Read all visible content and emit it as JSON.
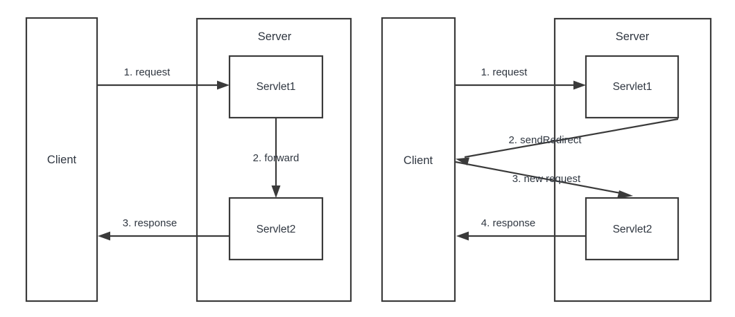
{
  "figure": {
    "title": "Servlet forward vs sendRedirect comparison diagram",
    "stroke_color": "#3a3a3a",
    "text_color": "#2f3640",
    "background_color": "#ffffff"
  },
  "panels": [
    {
      "id": "forward",
      "client": {
        "label": "Client"
      },
      "server": {
        "label": "Server"
      },
      "nodes": [
        {
          "id": "servlet1",
          "label": "Servlet1"
        },
        {
          "id": "servlet2",
          "label": "Servlet2"
        }
      ],
      "arrows": [
        {
          "id": "a1",
          "label": "1. request",
          "from": "client",
          "to": "servlet1"
        },
        {
          "id": "a2",
          "label": "2. forward",
          "from": "servlet1",
          "to": "servlet2"
        },
        {
          "id": "a3",
          "label": "3. response",
          "from": "servlet2",
          "to": "client"
        }
      ]
    },
    {
      "id": "sendRedirect",
      "client": {
        "label": "Client"
      },
      "server": {
        "label": "Server"
      },
      "nodes": [
        {
          "id": "servlet1",
          "label": "Servlet1"
        },
        {
          "id": "servlet2",
          "label": "Servlet2"
        }
      ],
      "arrows": [
        {
          "id": "b1",
          "label": "1. request",
          "from": "client",
          "to": "servlet1"
        },
        {
          "id": "b2",
          "label": "2. sendRedirect",
          "from": "servlet1",
          "to": "client"
        },
        {
          "id": "b3",
          "label": "3. new request",
          "from": "client",
          "to": "servlet2"
        },
        {
          "id": "b4",
          "label": "4. response",
          "from": "servlet2",
          "to": "client"
        }
      ]
    }
  ]
}
